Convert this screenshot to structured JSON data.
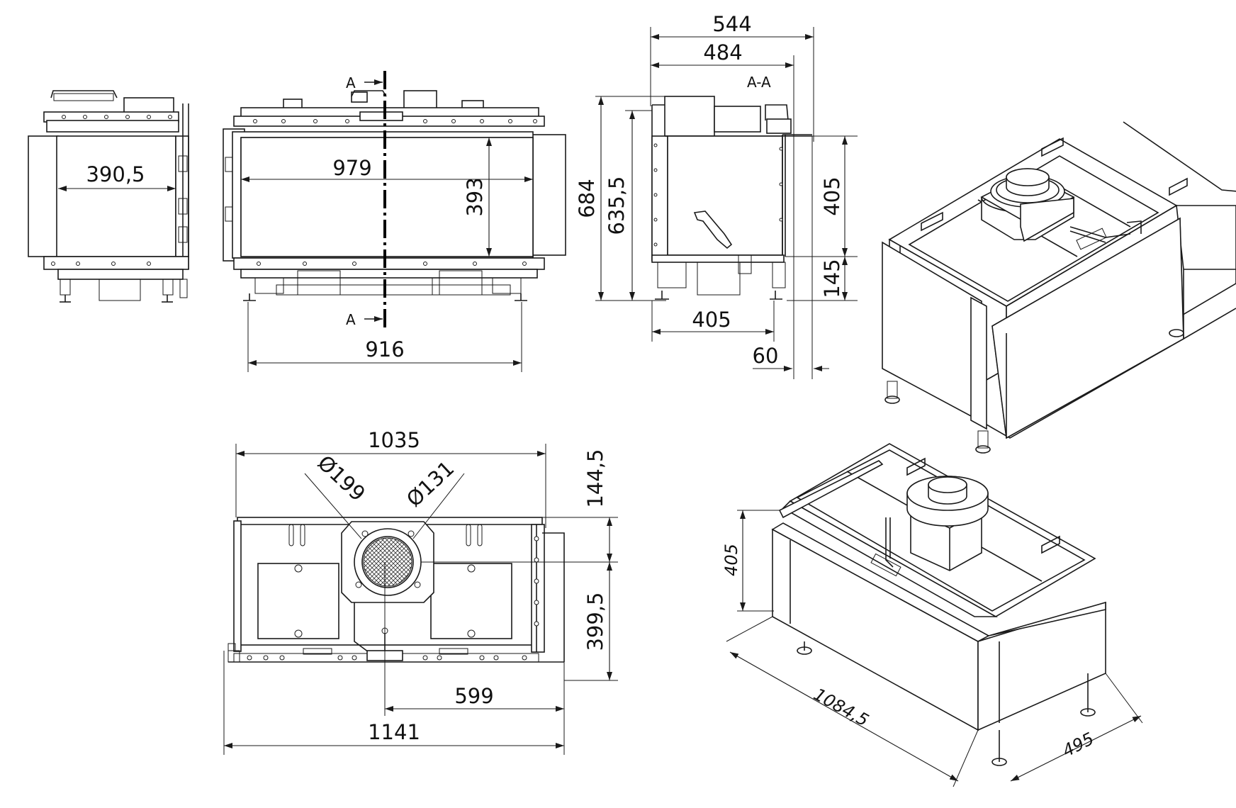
{
  "dimensions": {
    "left_width": "390,5",
    "front_width": "979",
    "front_height": "393",
    "base_width": "916",
    "side_total_depth": "544",
    "side_depth": "484",
    "side_total_height": "684",
    "side_height": "635,5",
    "glass_height": "405",
    "bottom_height": "145",
    "side_base": "405",
    "side_offset": "60",
    "top_width": "1035",
    "flue_outer": "Ø199",
    "flue_inner": "Ø131",
    "flue_y": "144,5",
    "flue_y_rest": "399,5",
    "flue_x": "599",
    "overall_width": "1141",
    "iso_height": "405",
    "iso_length": "1084,5",
    "iso_depth": "495"
  },
  "labels": {
    "section_a": "A",
    "section_aa": "A-A"
  }
}
